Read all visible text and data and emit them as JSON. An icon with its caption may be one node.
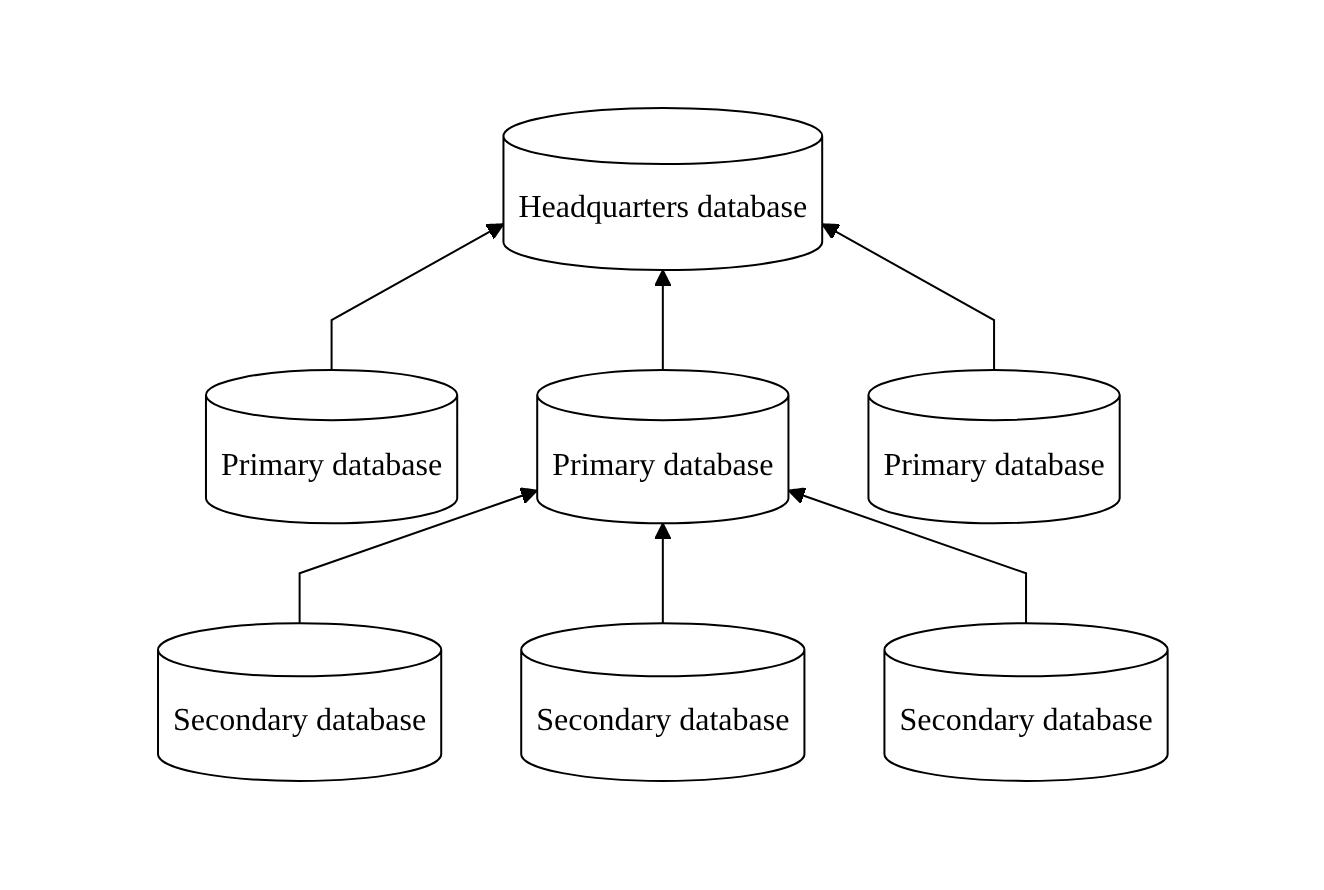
{
  "diagram": {
    "nodes": [
      {
        "text": [
          "Headquarters database"
        ]
      },
      {
        "text": [
          "Primary database"
        ]
      },
      {
        "text": [
          "Primary database"
        ]
      },
      {
        "text": [
          "Primary database"
        ]
      },
      {
        "text": [
          "Secondary database"
        ]
      },
      {
        "text": [
          "Secondary database"
        ]
      },
      {
        "text": [
          "Secondary database"
        ]
      }
    ],
    "edges": [
      {
        "from": 1,
        "to": 0,
        "arrow": "to"
      },
      {
        "from": 2,
        "to": 0,
        "arrow": "to"
      },
      {
        "from": 3,
        "to": 0,
        "arrow": "to"
      },
      {
        "from": 4,
        "to": 2,
        "arrow": "to"
      },
      {
        "from": 5,
        "to": 2,
        "arrow": "to"
      },
      {
        "from": 6,
        "to": 2,
        "arrow": "to"
      }
    ]
  }
}
